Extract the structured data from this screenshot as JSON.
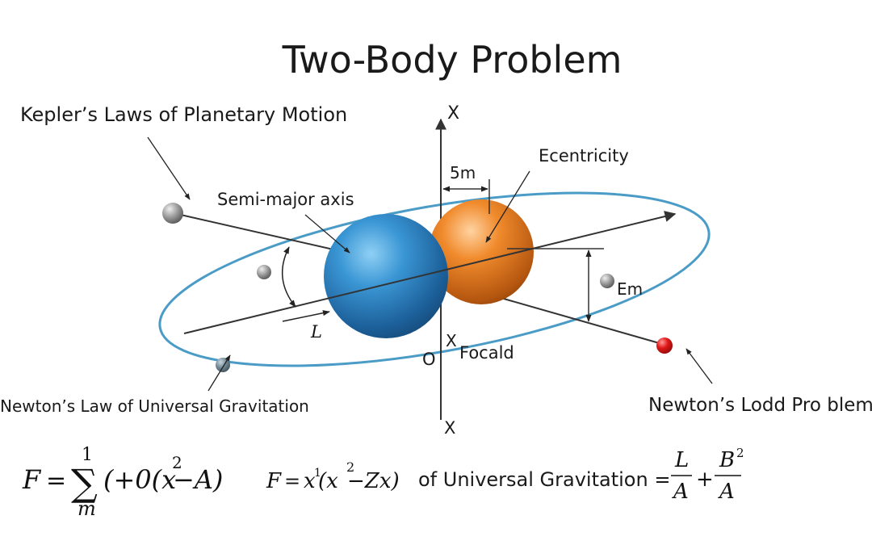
{
  "title": "Two-Body Problem",
  "labels": {
    "kepler": "Kepler’s Laws of Planetary Motion",
    "semi_major": "Semi-major axis",
    "eccentricity": "Ecentricity",
    "five_m": "5m",
    "em": "Em",
    "focal": "Focald",
    "origin": "O",
    "l_mark": "L",
    "x_top": "X",
    "x_mid": "X",
    "x_bottom": "X",
    "newton_law": "Newton’s Law of Universal Gravitation",
    "newton_lodd": "Newton’s Lodd Pro blem"
  },
  "formula1": {
    "lhs": "F",
    "eq": "=",
    "sigma": "∑",
    "sup": "1",
    "sub": "m",
    "body": "(+0(x",
    "exp": "2",
    "tail": "−A)"
  },
  "formula2": {
    "lhs": "F",
    "eq": "=",
    "x": "x",
    "exp1": "1",
    "open": "(x",
    "exp2": "2",
    "tail": "−Zx)",
    "text": "of Universal Gravitation =",
    "frac1_num": "L",
    "frac1_den": "A",
    "plus": "+",
    "frac2_num": "B",
    "frac2_exp": "2",
    "frac2_den": "A"
  },
  "colors": {
    "orbit": "#4a9cc7",
    "blue_sphere": "#2b7fc0",
    "orange_sphere": "#e07a20",
    "red_body": "#d01818",
    "gray_body": "#8a8a8a",
    "line": "#333333"
  }
}
